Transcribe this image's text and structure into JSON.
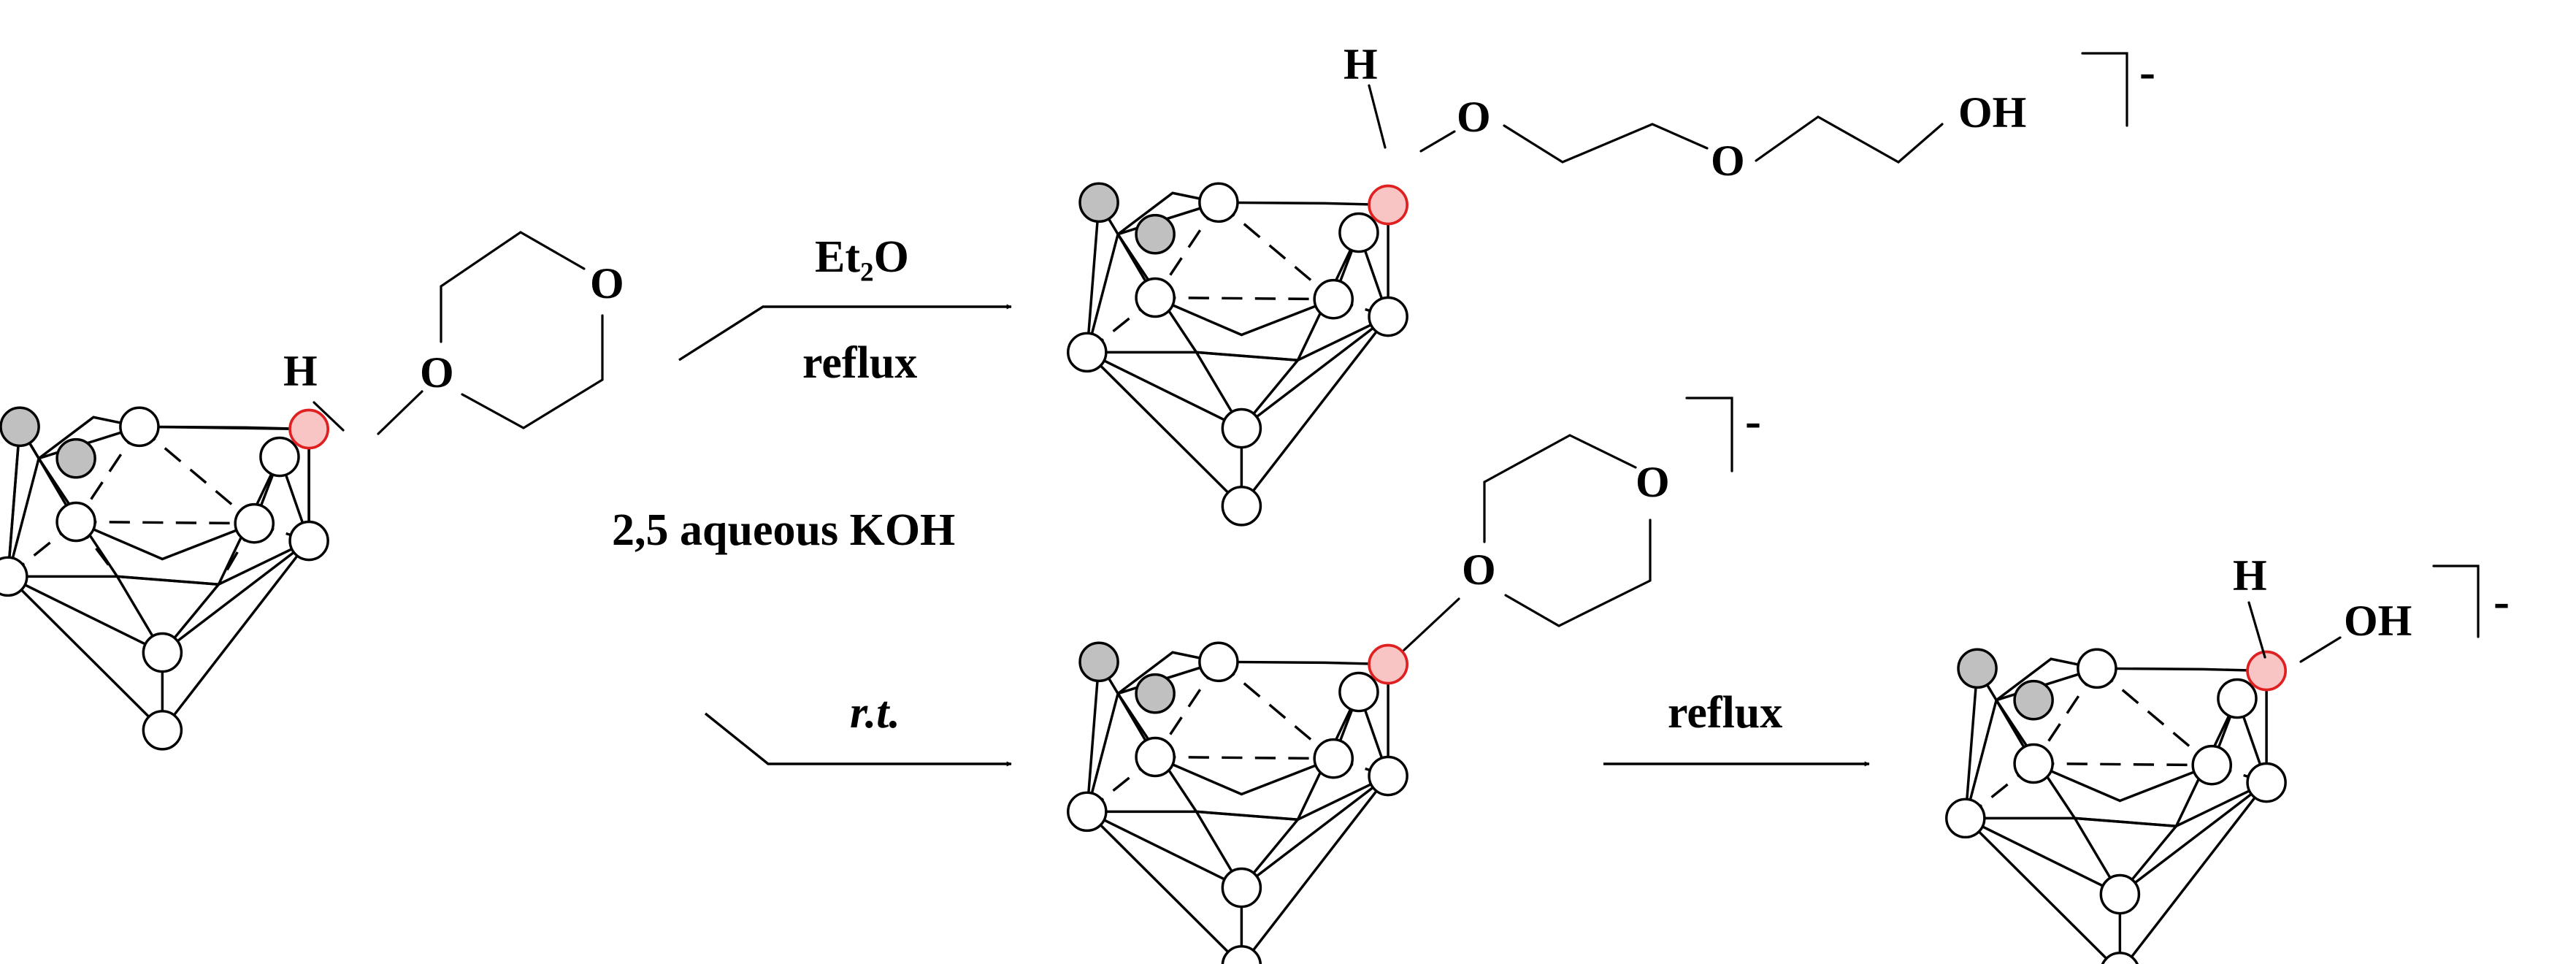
{
  "colors": {
    "boron": "#ffffff",
    "carbon": "#c0c0c0",
    "substituted_boron_fill": "#f9c4c4",
    "substituted_boron_stroke": "#e02020",
    "ink": "#000000"
  },
  "reagent": {
    "h_label": "H",
    "o1_label": "O",
    "o2_label": "O",
    "shared_condition": "2,5 aqueous KOH"
  },
  "upper_path": {
    "condition_top": "Et₂O",
    "condition_bottom": "reflux",
    "product": {
      "h_label": "H",
      "o1_label": "O",
      "o2_label": "O",
      "terminal_label": "OH",
      "charge": "-"
    }
  },
  "lower_path": {
    "step1_condition": "r.t.",
    "intermediate": {
      "o1_label": "O",
      "o2_label": "O",
      "charge": "-"
    },
    "step2_condition": "reflux",
    "product": {
      "h_label": "H",
      "oh_label": "OH",
      "charge": "-"
    }
  }
}
